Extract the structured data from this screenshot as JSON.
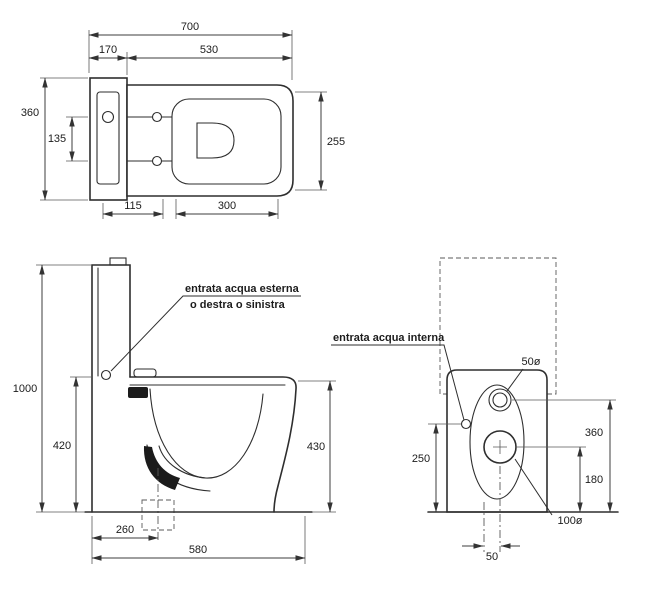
{
  "ink": "#2e2e2e",
  "top_view": {
    "d700": "700",
    "d170": "170",
    "d530": "530",
    "d360": "360",
    "d135": "135",
    "d255": "255",
    "d115": "115",
    "d300": "300"
  },
  "side_view": {
    "d1000": "1000",
    "d420": "420",
    "d430": "430",
    "d260": "260",
    "d580": "580",
    "note1": "entrata acqua esterna",
    "note2": "o destra o sinistra"
  },
  "front_view": {
    "note": "entrata acqua interna",
    "d50o": "50ø",
    "d360": "360",
    "d250": "250",
    "d180": "180",
    "d100o": "100ø",
    "d50": "50"
  }
}
